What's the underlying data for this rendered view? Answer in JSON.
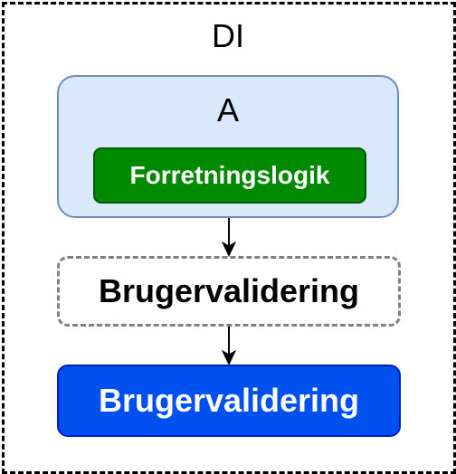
{
  "container": {
    "label": "DI"
  },
  "component_a": {
    "label": "A",
    "inner": {
      "label": "Forretningslogik"
    }
  },
  "interface_node": {
    "label": "Brugervalidering"
  },
  "implementation_node": {
    "label": "Brugervalidering"
  },
  "colors": {
    "component_fill": "#dae8fc",
    "component_stroke": "#6c8ebf",
    "logic_fill": "#008a00",
    "logic_stroke": "#005700",
    "interface_stroke": "#808080",
    "implementation_fill": "#0050ef",
    "implementation_stroke": "#001dbc"
  }
}
